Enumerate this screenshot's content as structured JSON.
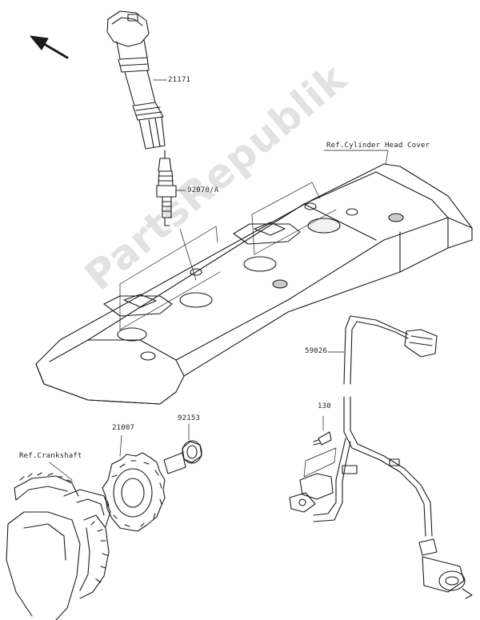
{
  "labels": {
    "ignition_coil": "21171",
    "spark_plug": "92070/A",
    "cylinder_head_cover_ref": "Ref.Cylinder Head Cover",
    "harness": "59026",
    "bolt_small": "130",
    "gear": "21007",
    "bolt_flange": "92153",
    "crankshaft_ref": "Ref.Crankshaft"
  },
  "watermark": "PartsRepublik"
}
